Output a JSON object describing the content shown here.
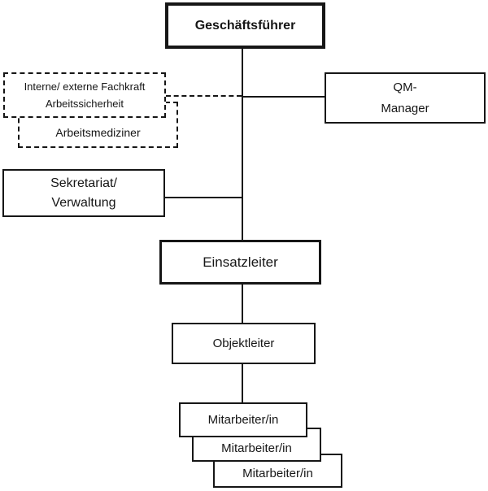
{
  "org_chart": {
    "type": "org-hierarchy-diagram",
    "colors": {
      "box_border": "#161616",
      "box_background": "#ffffff",
      "connector": "#161616",
      "text": "#161616"
    },
    "nodes": {
      "geschaeftsfuehrer": {
        "label": "Geschäftsführer",
        "style": "bold-extra-thick-border"
      },
      "fachkraft_arbeitssicherheit": {
        "line1": "Interne/ externe Fachkraft",
        "line2": "Arbeitssicherheit",
        "style": "dashed-border"
      },
      "arbeitsmediziner": {
        "label": "Arbeitsmediziner",
        "style": "dashed-border"
      },
      "qm_manager": {
        "line1": "QM-",
        "line2": "Manager",
        "style": "solid-border"
      },
      "sekretariat_verwaltung": {
        "line1": "Sekretariat/",
        "line2": "Verwaltung",
        "style": "solid-border"
      },
      "einsatzleiter": {
        "label": "Einsatzleiter",
        "style": "thick-border"
      },
      "objektleiter": {
        "label": "Objektleiter",
        "style": "solid-border"
      },
      "mitarbeiter_1": {
        "label": "Mitarbeiter/in",
        "style": "solid-border-stacked"
      },
      "mitarbeiter_2": {
        "label": "Mitarbeiter/in",
        "style": "solid-border-stacked"
      },
      "mitarbeiter_3": {
        "label": "Mitarbeiter/in",
        "style": "solid-border-stacked"
      }
    },
    "edges": [
      {
        "from": "geschaeftsfuehrer",
        "to": "einsatzleiter",
        "style": "solid"
      },
      {
        "from": "geschaeftsfuehrer",
        "to": "qm_manager",
        "style": "solid"
      },
      {
        "from": "geschaeftsfuehrer",
        "to": "fachkraft_arbeitssicherheit",
        "style": "dashed"
      },
      {
        "from": "geschaeftsfuehrer",
        "to": "sekretariat_verwaltung",
        "style": "solid"
      },
      {
        "from": "einsatzleiter",
        "to": "objektleiter",
        "style": "solid"
      },
      {
        "from": "objektleiter",
        "to": "mitarbeiter_1",
        "style": "solid"
      }
    ]
  }
}
